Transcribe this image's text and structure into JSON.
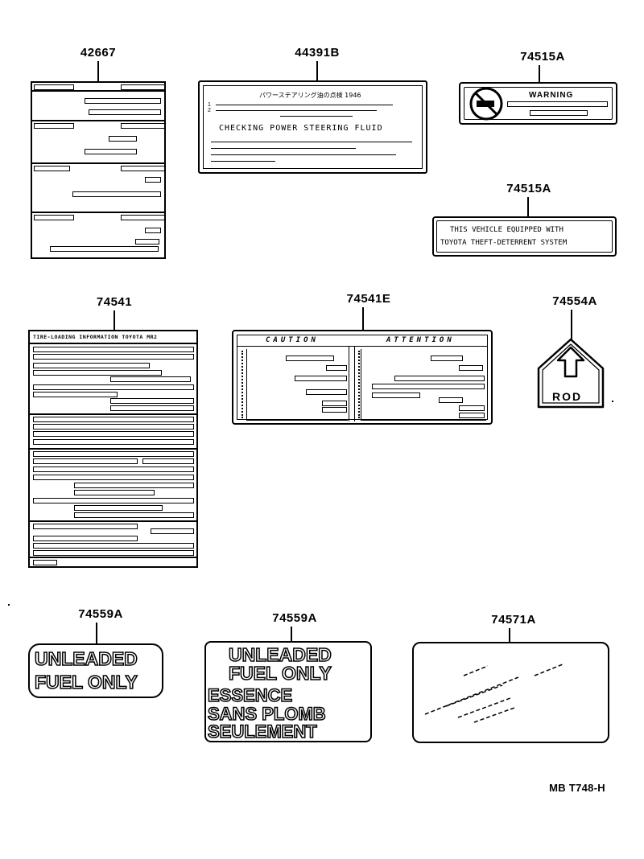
{
  "part_numbers": {
    "p42667": "42667",
    "p44391B": "44391B",
    "p74515A_a": "74515A",
    "p74515A_b": "74515A",
    "p74541": "74541",
    "p74541E": "74541E",
    "p74554A": "74554A",
    "p74559A_a": "74559A",
    "p74559A_b": "74559A",
    "p74571A": "74571A"
  },
  "labels": {
    "power_steering_jp": "パワーステアリング油の点検 1946",
    "power_steering_en": "CHECKING POWER STEERING FLUID",
    "warning": "WARNING",
    "theft_line1": "THIS VEHICLE EQUIPPED WITH",
    "theft_line2": "TOYOTA THEFT-DETERRENT SYSTEM",
    "tire_header": "TIRE-LOADING INFORMATION TOYOTA MR2",
    "caution": "CAUTION",
    "attention": "ATTENTION",
    "rod": "ROD",
    "unleaded_small_1": "UNLEADED",
    "unleaded_small_2": "FUEL ONLY",
    "unleaded_big_1": "UNLEADED",
    "unleaded_big_2": "FUEL ONLY",
    "french_1": "ESSENCE",
    "french_2": "SANS PLOMB",
    "french_3": "SEULEMENT"
  },
  "footer": {
    "code": "MB T748-H"
  },
  "icons": [
    "no-smoking-icon",
    "up-arrow-icon"
  ]
}
